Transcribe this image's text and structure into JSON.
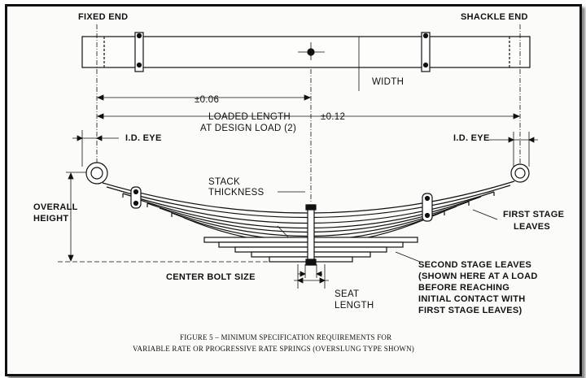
{
  "labels": {
    "fixed_end": "FIXED END",
    "shackle_end": "SHACKLE END",
    "width": "WIDTH",
    "tol_006": "±0.06",
    "tol_012": "±0.12",
    "loaded_length_1": "LOADED LENGTH",
    "loaded_length_2": "AT DESIGN LOAD (2)",
    "id_eye_left": "I.D. EYE",
    "id_eye_right": "I.D. EYE",
    "stack_1": "STACK",
    "stack_2": "THICKNESS",
    "overall_1": "OVERALL",
    "overall_2": "HEIGHT",
    "first_stage_1": "FIRST STAGE",
    "first_stage_2": "LEAVES",
    "center_bolt": "CENTER BOLT SIZE",
    "second_1": "SECOND STAGE LEAVES",
    "second_2": "(SHOWN HERE AT A LOAD",
    "second_3": "BEFORE REACHING",
    "second_4": "INITIAL CONTACT WITH",
    "second_5": "FIRST STAGE LEAVES)",
    "seat_1": "SEAT",
    "seat_2": "LENGTH"
  },
  "caption": {
    "line1": "FIGURE 5 – MINIMUM SPECIFICATION REQUIREMENTS FOR",
    "line2": "VARIABLE RATE OR PROGRESSIVE RATE SPRINGS (OVERSLUNG TYPE SHOWN)"
  }
}
